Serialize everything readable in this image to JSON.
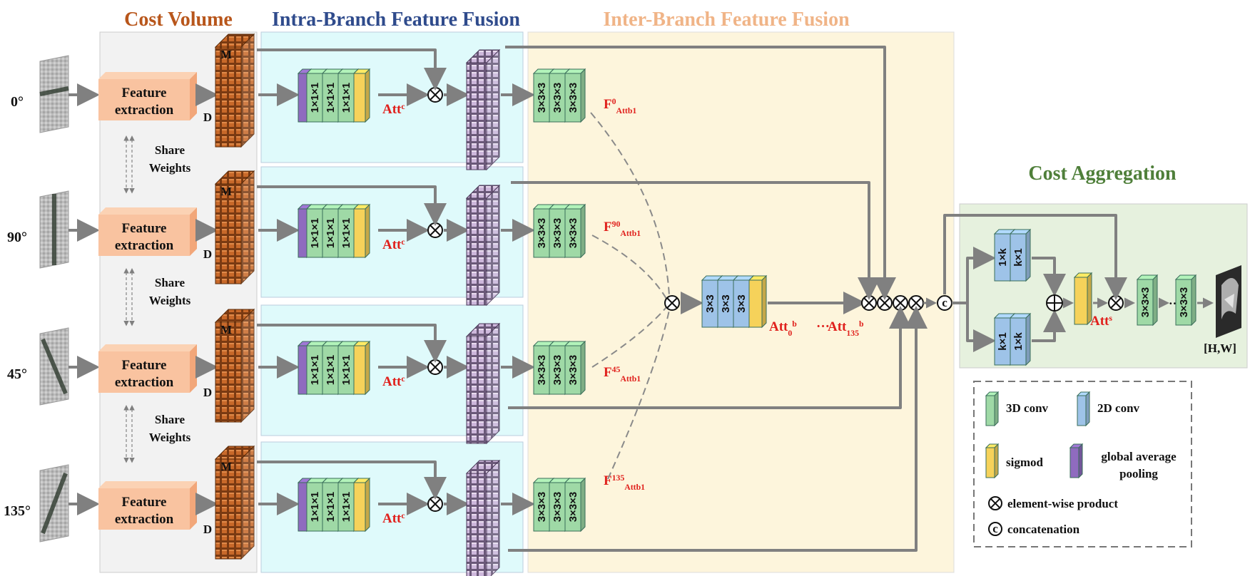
{
  "sections": {
    "cost_volume": "Cost Volume",
    "intra": "Intra-Branch Feature Fusion",
    "inter": "Inter-Branch Feature Fusion",
    "cost_agg": "Cost Aggregation"
  },
  "branches": [
    {
      "angle": "0°",
      "fe_line1": "Feature",
      "fe_line2": "extraction",
      "m": "M",
      "d": "D",
      "att": "Att",
      "att_sup": "c",
      "f_main": "F",
      "f_sup": "0",
      "f_sub": "Att",
      "f_sub_sup": "b1"
    },
    {
      "angle": "90°",
      "fe_line1": "Feature",
      "fe_line2": "extraction",
      "m": "M",
      "d": "D",
      "att": "Att",
      "att_sup": "c",
      "f_main": "F",
      "f_sup": "90",
      "f_sub": "Att",
      "f_sub_sup": "b1"
    },
    {
      "angle": "45°",
      "fe_line1": "Feature",
      "fe_line2": "extraction",
      "m": "M",
      "d": "D",
      "att": "Att",
      "att_sup": "c",
      "f_main": "F",
      "f_sup": "45",
      "f_sub": "Att",
      "f_sub_sup": "b1"
    },
    {
      "angle": "135°",
      "fe_line1": "Feature",
      "fe_line2": "extraction",
      "m": "M",
      "d": "D",
      "att": "Att",
      "att_sup": "c",
      "f_main": "F",
      "f_sup": "135",
      "f_sub": "Att",
      "f_sub_sup": "b1"
    }
  ],
  "share": {
    "line1": "Share",
    "line2": "Weights"
  },
  "conv": {
    "c111": "1×1×1",
    "c333": "3×3×3",
    "c33": "3×3",
    "c1k": "1×k",
    "ck1": "k×1"
  },
  "inter_att": {
    "a0": "Att",
    "a0_sub": "0",
    "a0_sup": "b",
    "dots": "···",
    "a135": "Att",
    "a135_sub": "135",
    "a135_sup": "b"
  },
  "agg": {
    "att": "Att",
    "att_sup": "s",
    "output": "[H,W]",
    "dots": "···"
  },
  "legend": {
    "conv3d": "3D conv",
    "conv2d": "2D conv",
    "sigmoid": "sigmod",
    "gap_line1": "global average",
    "gap_line2": "pooling",
    "elem": "element-wise product",
    "concat": "concatenation"
  },
  "symbols": {
    "otimes": "⊗",
    "oplus": "⊕",
    "concat": "c"
  },
  "colors": {
    "cost_volume": "#b8561b",
    "intra": "#2f4b8c",
    "inter": "#f0b487",
    "cost_agg": "#4f7f3a",
    "red": "#e0201c",
    "green_conv": "#9fd9a6",
    "blue_conv": "#9ec3e8",
    "yellow": "#f6d25a",
    "purple": "#8f6bbf",
    "arrow": "#808080"
  }
}
